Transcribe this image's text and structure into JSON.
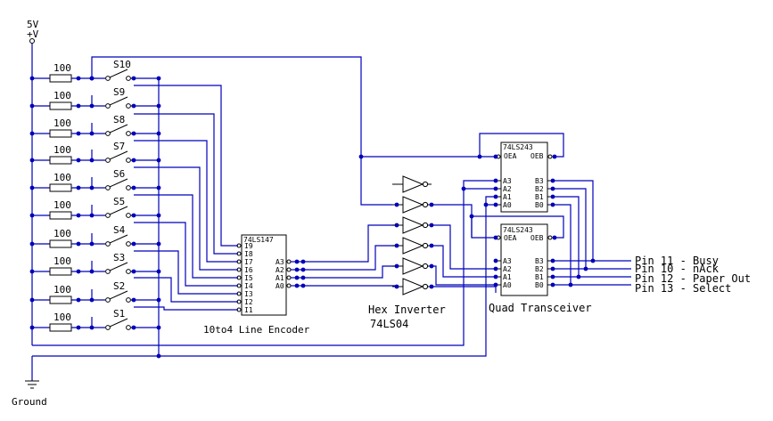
{
  "power": {
    "label1": "5V",
    "label2": "+V"
  },
  "ground_label": "Ground",
  "resistor_value": "100",
  "switches": [
    "S10",
    "S9",
    "S8",
    "S7",
    "S6",
    "S5",
    "S4",
    "S3",
    "S2",
    "S1"
  ],
  "encoder": {
    "part": "74LS147",
    "name": "10to4 Line Encoder",
    "inputs": [
      "I9",
      "I8",
      "I7",
      "I6",
      "I5",
      "I4",
      "I3",
      "I2",
      "I1"
    ],
    "outputs": [
      "A3",
      "A2",
      "A1",
      "A0"
    ]
  },
  "inverter": {
    "name": "Hex Inverter",
    "part": "74LS04"
  },
  "transceiver": {
    "name": "Quad Transceiver",
    "top": {
      "part": "74LS243",
      "oea": "OEA",
      "oeb": "OEB",
      "a": [
        "A3",
        "A2",
        "A1",
        "A0"
      ],
      "b": [
        "B3",
        "B2",
        "B1",
        "B0"
      ]
    },
    "bottom": {
      "part": "74LS243",
      "oea": "OEA",
      "oeb": "OEB",
      "a": [
        "A3",
        "A2",
        "A1",
        "A0"
      ],
      "b": [
        "B3",
        "B2",
        "B1",
        "B0"
      ]
    }
  },
  "connector_pins": [
    "Pin 11 - Busy",
    "Pin 10 - nAck",
    "Pin 12 - Paper Out",
    "Pin 13 - Select"
  ]
}
